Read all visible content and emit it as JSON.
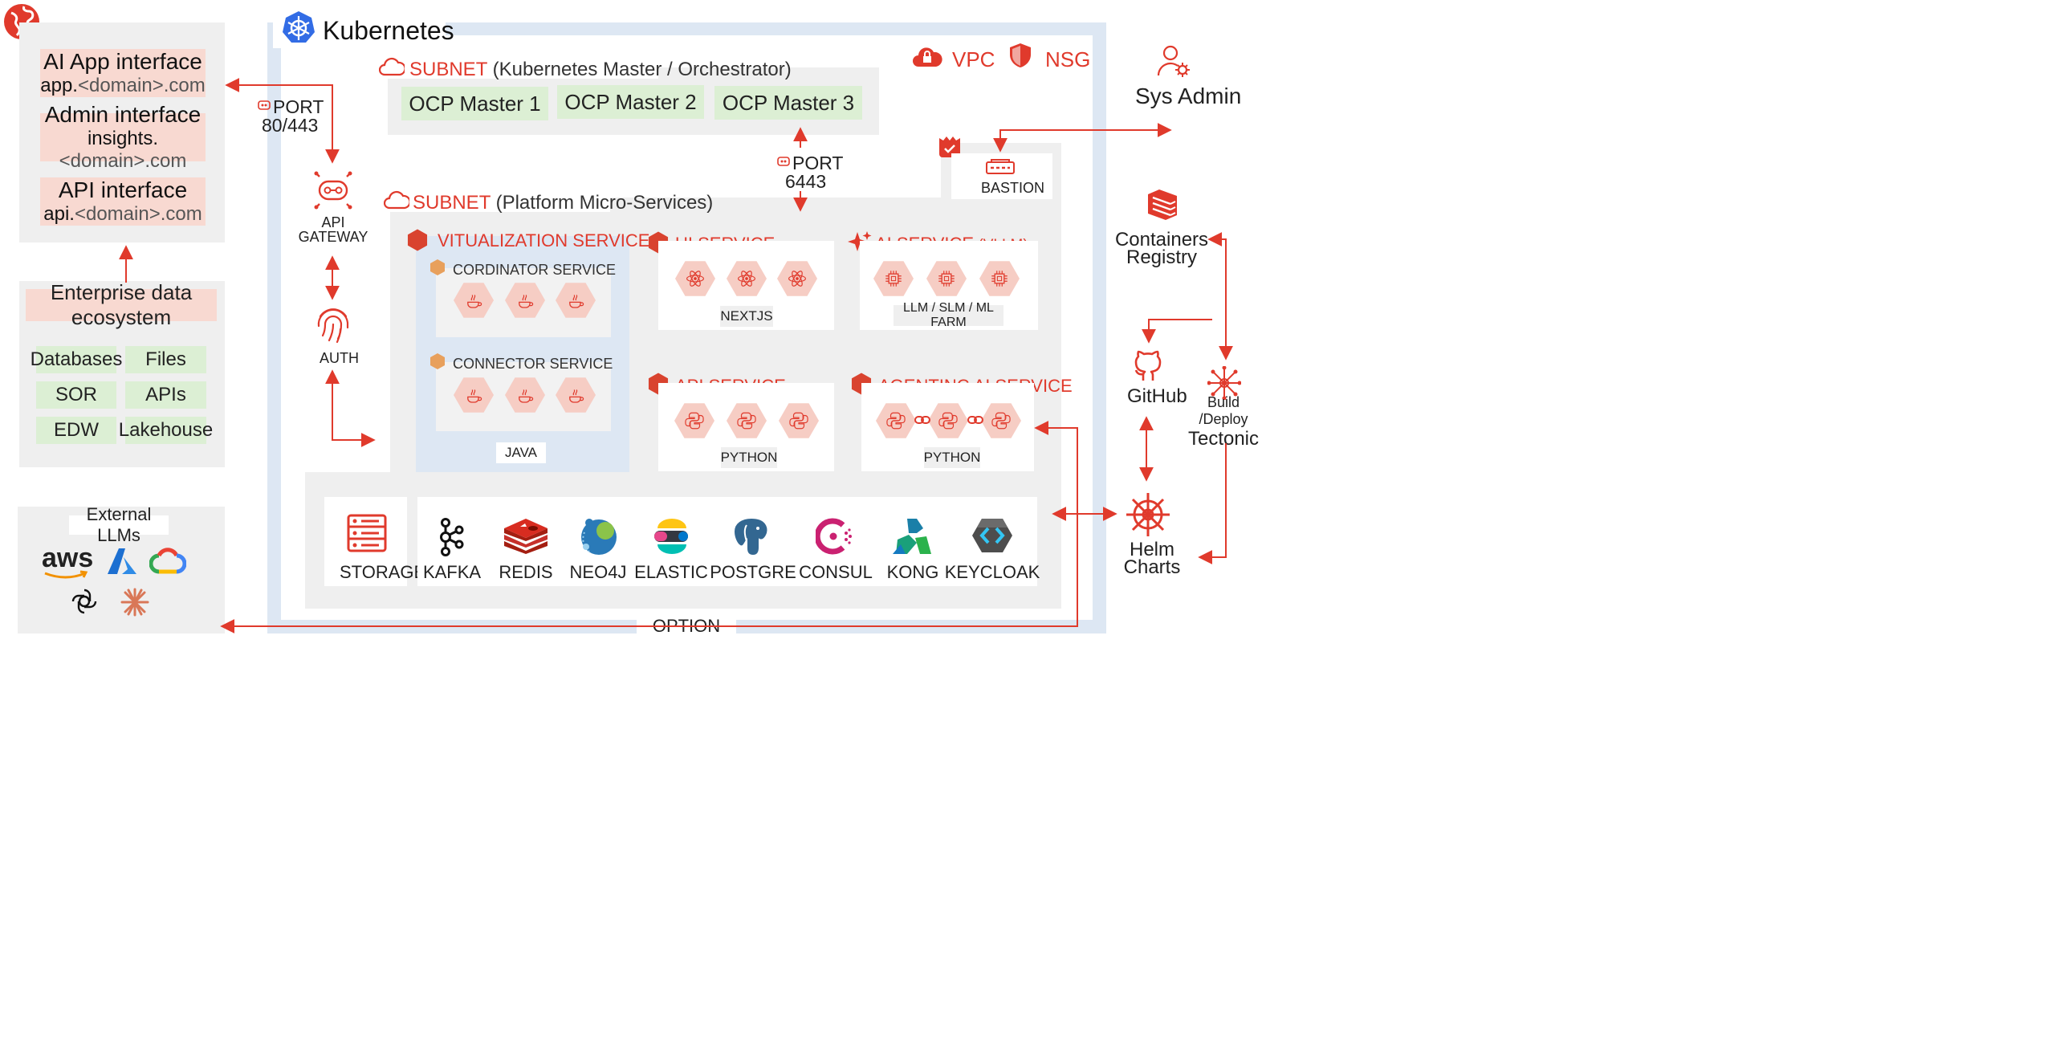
{
  "kubernetes": {
    "title": "Kubernetes"
  },
  "vpc": {
    "label": "VPC"
  },
  "nsg": {
    "label": "NSG"
  },
  "interfaces": [
    {
      "title": "AI App interface",
      "prefix": "app.",
      "suffix": "<domain>.com"
    },
    {
      "title": "Admin interface",
      "prefix": "insights.",
      "suffix": "<domain>.com"
    },
    {
      "title": "API interface",
      "prefix": "api.",
      "suffix": "<domain>.com"
    }
  ],
  "enterprise": {
    "title": "Enterprise data ecosystem",
    "items": [
      "Databases",
      "Files",
      "SOR",
      "APIs",
      "EDW",
      "Lakehouse"
    ]
  },
  "external_llms": {
    "title": "External LLMs",
    "aws": "aws"
  },
  "port_left": {
    "label": "PORT",
    "value": "80/443"
  },
  "port_mid": {
    "label": "PORT",
    "value": "6443"
  },
  "api_gateway": {
    "line1": "API",
    "line2": "GATEWAY"
  },
  "auth": {
    "label": "AUTH"
  },
  "subnet_master": {
    "label": "SUBNET",
    "desc": " (Kubernetes Master / Orchestrator)"
  },
  "masters": [
    "OCP Master 1",
    "OCP Master 2",
    "OCP Master 3"
  ],
  "subnet_platform": {
    "label": "SUBNET",
    "desc": " (Platform Micro-Services)"
  },
  "bastion": {
    "label": "BASTION"
  },
  "sysadmin": {
    "label": "Sys Admin"
  },
  "virtualization": {
    "title": "VITUALIZATION SERVICE",
    "cordinator": "CORDINATOR SERVICE",
    "connector": "CONNECTOR SERVICE",
    "tech": "JAVA"
  },
  "ui_service": {
    "title": "UI SERVICE",
    "tech": "NEXTJS"
  },
  "ai_service": {
    "title": "AI SERVICE",
    "suffix": " (VLLM)",
    "tech": "LLM / SLM / ML FARM"
  },
  "api_service": {
    "title": "API SERVICE",
    "tech": "PYTHON"
  },
  "agentic_service": {
    "title": "AGENTINC AI SERVICE",
    "tech": "PYTHON"
  },
  "storage": {
    "label": "STORAGE"
  },
  "tools": [
    "KAFKA",
    "REDIS",
    "NEO4J",
    "ELASTIC",
    "POSTGRE",
    "CONSUL",
    "KONG",
    "KEYCLOAK"
  ],
  "registry": {
    "line1": "Containers",
    "line2": "Registry"
  },
  "github": {
    "label": "GitHub"
  },
  "tectonic": {
    "line1": "Build /Deploy",
    "line2": "Tectonic"
  },
  "helm": {
    "line1": "Helm",
    "line2": "Charts"
  },
  "option": {
    "label": "OPTION"
  },
  "colors": {
    "accent": "#e03a2c",
    "pink": "#f8d9d1",
    "green": "#dcefd4",
    "blue": "#dde7f3",
    "grey": "#efefef"
  }
}
